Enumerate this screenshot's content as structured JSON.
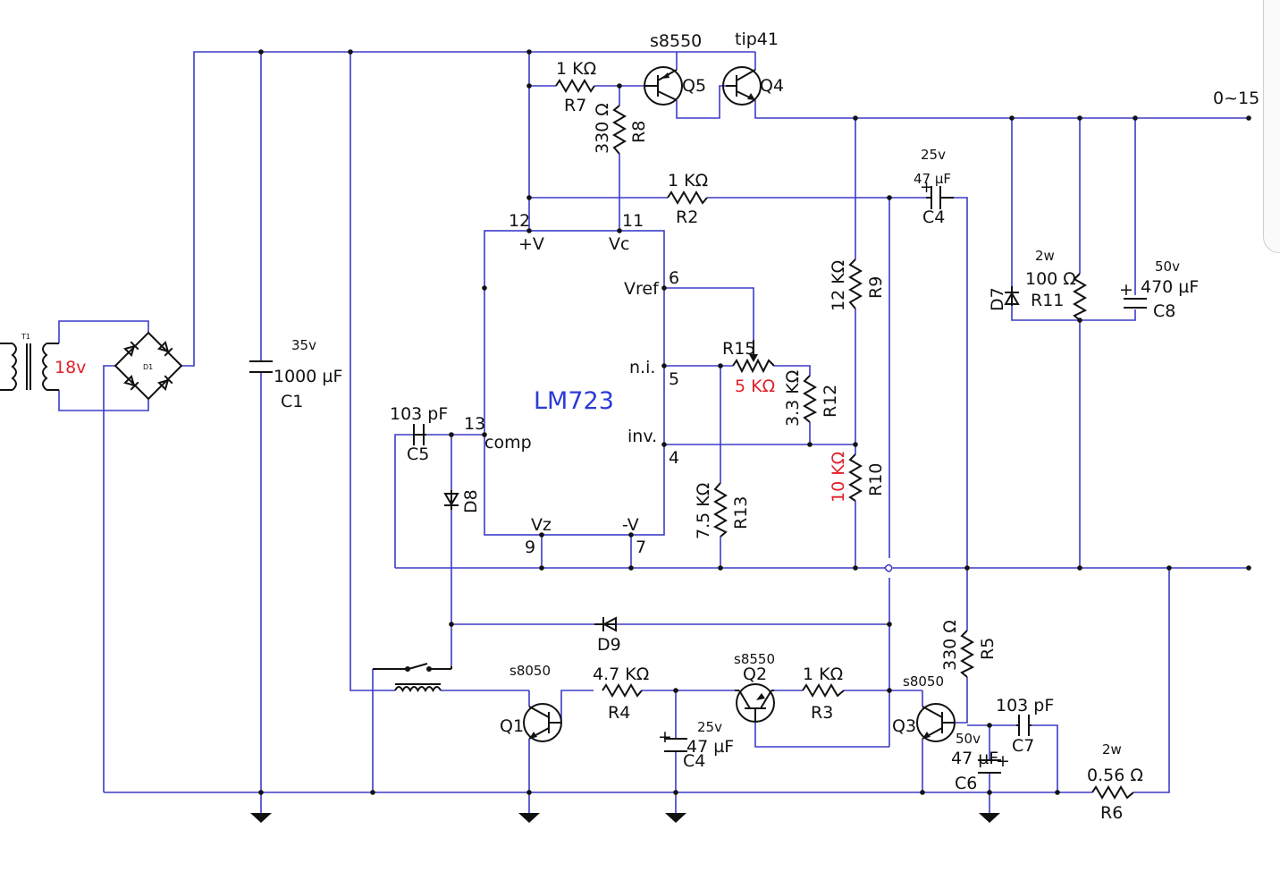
{
  "colors": {
    "wire": "#3b3bc9",
    "component": "#111111",
    "highlight": "#e0202a",
    "chip": "#2a3bd6"
  },
  "transformer": {
    "ref": "T1",
    "secondary": "18v"
  },
  "bridge": {
    "ref": "D1"
  },
  "ic": {
    "name": "LM723",
    "pins": {
      "p12": "12",
      "p11": "11",
      "p6": "6",
      "p5": "5",
      "p4": "4",
      "p13": "13",
      "p9": "9",
      "p7": "7"
    },
    "pin_names": {
      "vplus": "+V",
      "vc": "Vc",
      "vref": "Vref",
      "ni": "n.i.",
      "inv": "inv.",
      "comp": "comp",
      "vz": "Vz",
      "vminus": "-V"
    }
  },
  "caps": {
    "c1": {
      "voltage": "35v",
      "value": "1000 µF",
      "ref": "C1"
    },
    "c4_top": {
      "voltage": "25v",
      "value": "47 µF",
      "ref": "C4"
    },
    "c4_bottom": {
      "voltage": "25v",
      "value": "47 µF",
      "ref": "C4"
    },
    "c5": {
      "value": "103 pF",
      "ref": "C5"
    },
    "c6": {
      "voltage": "50v",
      "value": "47 µF",
      "ref": "C6"
    },
    "c7": {
      "value": "103 pF",
      "ref": "C7"
    },
    "c8": {
      "voltage": "50v",
      "value": "470 µF",
      "ref": "C8"
    }
  },
  "resistors": {
    "r2": {
      "value": "1 KΩ",
      "ref": "R2"
    },
    "r3": {
      "value": "1 KΩ",
      "ref": "R3"
    },
    "r4": {
      "value": "4.7 KΩ",
      "ref": "R4"
    },
    "r5": {
      "value": "330 Ω",
      "ref": "R5"
    },
    "r6": {
      "power": "2w",
      "value": "0.56 Ω",
      "ref": "R6"
    },
    "r7": {
      "value": "1 KΩ",
      "ref": "R7"
    },
    "r8": {
      "value": "330 Ω",
      "ref": "R8"
    },
    "r9": {
      "value": "12 KΩ",
      "ref": "R9"
    },
    "r10": {
      "value": "10 KΩ",
      "ref": "R10"
    },
    "r11": {
      "power": "2w",
      "value": "100 Ω",
      "ref": "R11"
    },
    "r12": {
      "value": "3.3 KΩ",
      "ref": "R12"
    },
    "r13": {
      "value": "7.5 KΩ",
      "ref": "R13"
    },
    "r15": {
      "value": "5 KΩ",
      "ref": "R15"
    }
  },
  "transistors": {
    "q1": {
      "part": "s8050",
      "ref": "Q1"
    },
    "q2": {
      "part": "s8550",
      "ref": "Q2"
    },
    "q3": {
      "part": "s8050",
      "ref": "Q3"
    },
    "q4": {
      "part": "tip41",
      "ref": "Q4"
    },
    "q5": {
      "part": "s8550",
      "ref": "Q5"
    }
  },
  "diodes": {
    "d7": "D7",
    "d8": "D8",
    "d9": "D9"
  },
  "output": {
    "label": "0~15"
  }
}
